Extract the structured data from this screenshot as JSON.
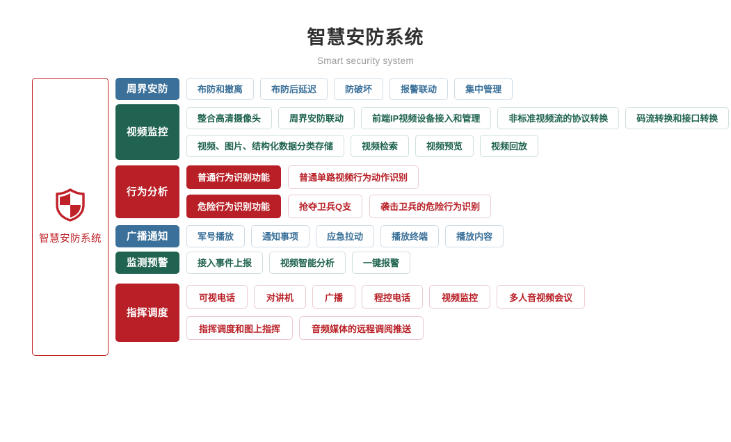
{
  "header": {
    "title": "智慧安防系统",
    "subtitle": "Smart security system"
  },
  "root": {
    "label": "智慧安防系统",
    "icon": "shield-icon",
    "border_color": "#bf1f26",
    "text_color": "#c0222a"
  },
  "colors": {
    "blue": "#3a7099",
    "green": "#1f6350",
    "red": "#b81f26"
  },
  "rows": [
    {
      "category": "周界安防",
      "color": "blue",
      "lines": [
        [
          {
            "label": "布防和撤离"
          },
          {
            "label": "布防后延迟"
          },
          {
            "label": "防破坏"
          },
          {
            "label": "报警联动"
          },
          {
            "label": "集中管理"
          }
        ]
      ]
    },
    {
      "category": "视频监控",
      "color": "green",
      "lines": [
        [
          {
            "label": "整合高清摄像头"
          },
          {
            "label": "周界安防联动"
          },
          {
            "label": "前端IP视频设备接入和管理"
          },
          {
            "label": "非标准视频流的协议转换"
          },
          {
            "label": "码流转换和接口转换"
          }
        ],
        [
          {
            "label": "视频、图片、结构化数据分类存储"
          },
          {
            "label": "视频检索"
          },
          {
            "label": "视频预览"
          },
          {
            "label": "视频回放"
          }
        ]
      ]
    },
    {
      "category": "行为分析",
      "color": "red",
      "lines": [
        [
          {
            "label": "普通行为识别功能",
            "filled": true
          },
          {
            "label": "普通单路视频行为动作识别"
          }
        ],
        [
          {
            "label": "危险行为识别功能",
            "filled": true
          },
          {
            "label": "抢夺卫兵Q支"
          },
          {
            "label": "袭击卫兵的危险行为识别"
          }
        ]
      ]
    },
    {
      "category": "广播通知",
      "color": "blue",
      "lines": [
        [
          {
            "label": "军号播放"
          },
          {
            "label": "通知事项"
          },
          {
            "label": "应急拉动"
          },
          {
            "label": "播放终端"
          },
          {
            "label": "播放内容"
          }
        ]
      ]
    },
    {
      "category": "监测预警",
      "color": "green",
      "lines": [
        [
          {
            "label": "接入事件上报"
          },
          {
            "label": "视频智能分析"
          },
          {
            "label": "一键报警"
          }
        ]
      ]
    },
    {
      "category": "指挥调度",
      "color": "red",
      "lines": [
        [
          {
            "label": "可视电话"
          },
          {
            "label": "对讲机"
          },
          {
            "label": "广播"
          },
          {
            "label": "程控电话"
          },
          {
            "label": "视频监控"
          },
          {
            "label": "多人音视频会议"
          }
        ],
        [
          {
            "label": "指挥调度和图上指挥"
          },
          {
            "label": "音频媒体的远程调阅推送"
          }
        ]
      ]
    }
  ]
}
